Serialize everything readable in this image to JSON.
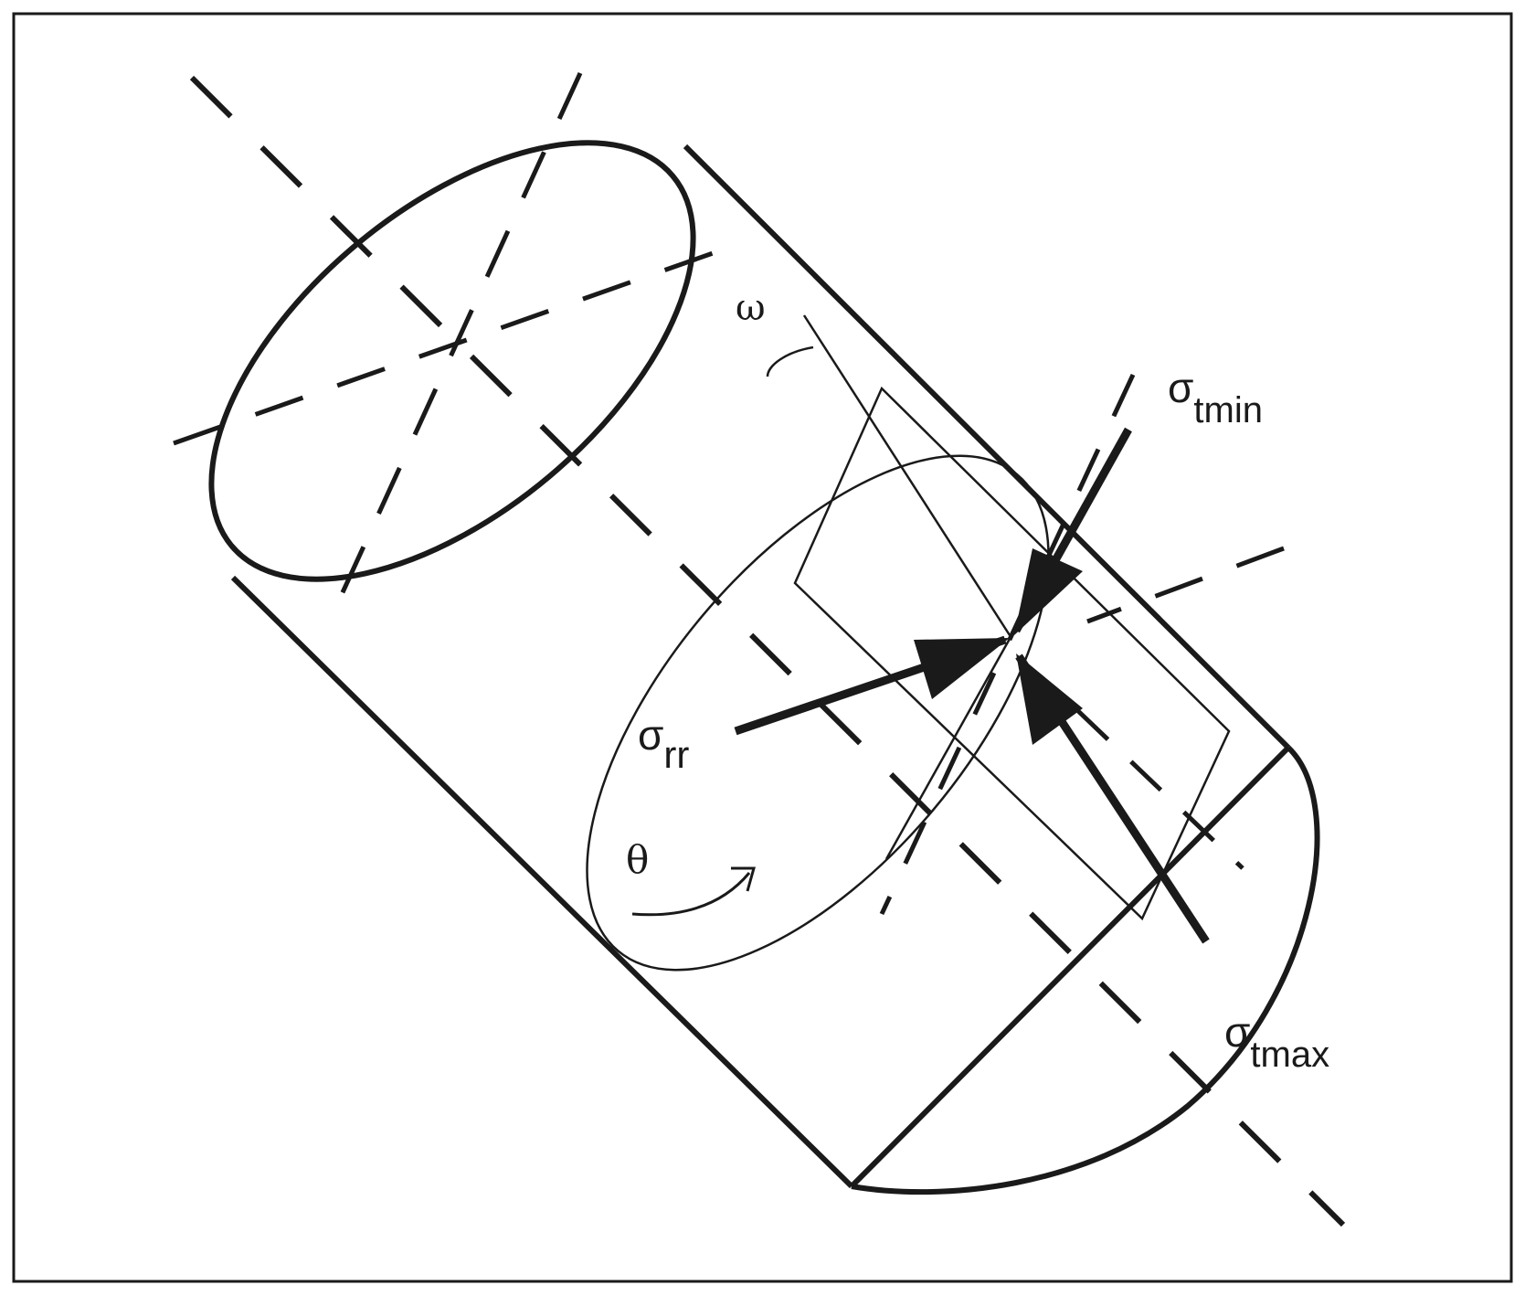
{
  "figure": {
    "description_visible_only": true,
    "line_color": "#1a1a1a",
    "background": "#ffffff"
  },
  "labels": {
    "omega": "ω",
    "theta": "θ",
    "sigma_rr": {
      "symbol": "σ",
      "subscript": "rr"
    },
    "sigma_tmin": {
      "symbol": "σ",
      "subscript": "tmin"
    },
    "sigma_tmax": {
      "symbol": "σ",
      "subscript": "tmax"
    }
  }
}
